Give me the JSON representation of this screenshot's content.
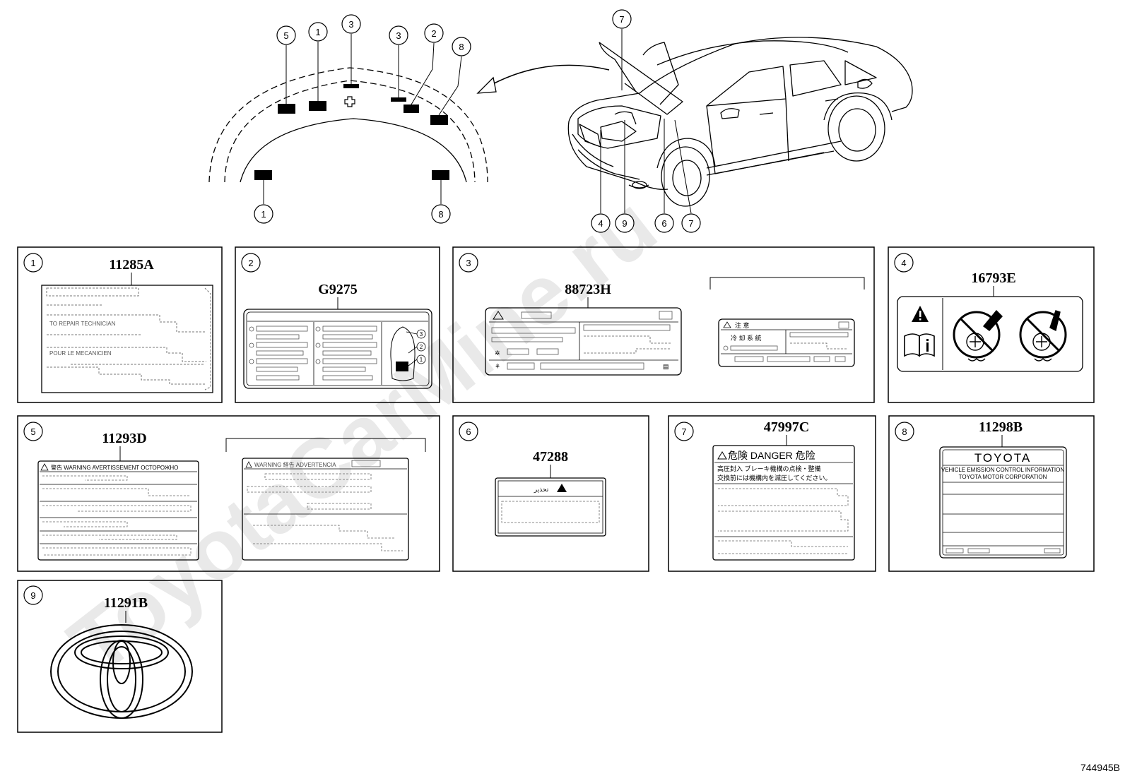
{
  "watermark": "ToyotaCarMine.ru",
  "reference": "744945B",
  "top_diagram": {
    "callouts_hood": [
      "5",
      "1",
      "3",
      "3",
      "2",
      "8",
      "1",
      "8"
    ],
    "callouts_car": [
      "7",
      "4",
      "9",
      "6",
      "7"
    ]
  },
  "panels": [
    {
      "num": "1",
      "part": "11285A",
      "label_lines": [
        "TO REPAIR TECHNICIAN",
        "POUR LE MECANICIEN"
      ]
    },
    {
      "num": "2",
      "part": "G9275",
      "label_callouts": [
        "3",
        "2",
        "1"
      ]
    },
    {
      "num": "3",
      "part": "88723H",
      "label_jp": [
        "注 意",
        "冷 却 系 統"
      ]
    },
    {
      "num": "4",
      "part": "16793E",
      "icons": [
        "warning-triangle-icon",
        "manual-info-icon",
        "no-spray-icon",
        "no-touch-icon"
      ]
    },
    {
      "num": "5",
      "part": "11293D",
      "label_header": "警告  WARNING  AVERTISSEMENT  ОСТОРОЖНО",
      "label_header_b": "WARNING  経告  ADVERTENCIA"
    },
    {
      "num": "6",
      "part": "47288",
      "label_header": "تحذير"
    },
    {
      "num": "7",
      "part": "47997C",
      "label_header": "危険  DANGER  危险",
      "label_jp_1": "高圧封入  ブレーキ機構の点検・整備",
      "label_jp_2": "交換前には機構内を減圧してください。"
    },
    {
      "num": "8",
      "part": "11298B",
      "label_brand": "TOYOTA",
      "label_line_1": "VEHICLE EMISSION CONTROL INFORMATION",
      "label_line_2": "TOYOTA MOTOR CORPORATION"
    },
    {
      "num": "9",
      "part": "11291B"
    }
  ]
}
